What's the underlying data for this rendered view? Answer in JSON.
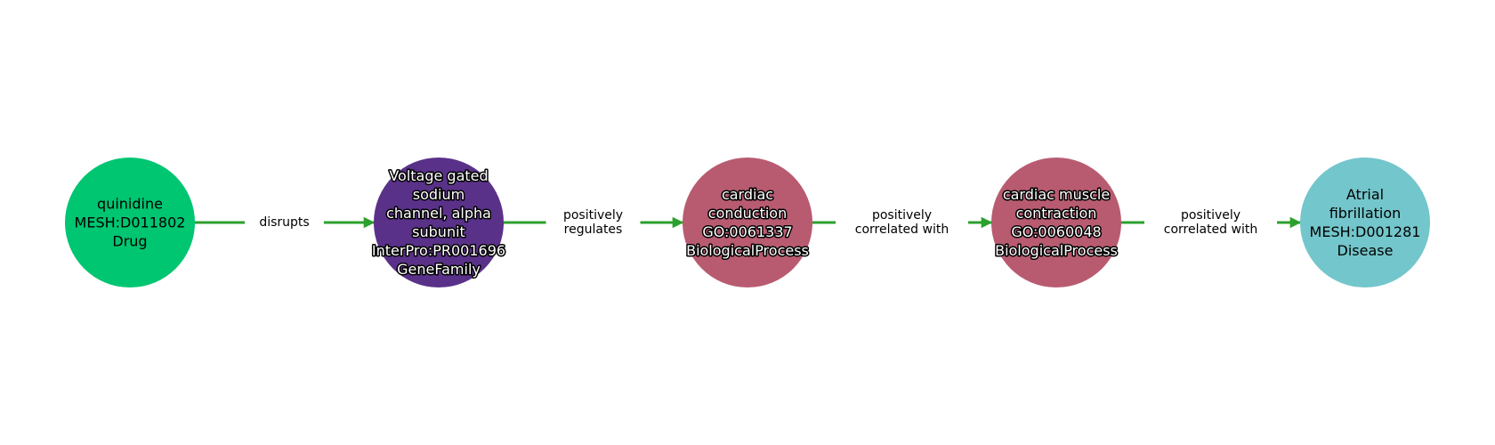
{
  "diagram": {
    "edge_color": "#2ca02c",
    "nodes": [
      {
        "id": "n0",
        "fill": "#00c571",
        "text_color": "#000000",
        "outlined": false,
        "lines": [
          "quinidine",
          "MESH:D011802",
          "Drug"
        ]
      },
      {
        "id": "n1",
        "fill": "#5a3189",
        "text_color": "#ffffff",
        "outlined": true,
        "lines": [
          "Voltage gated",
          "sodium",
          "channel, alpha",
          "subunit",
          "InterPro:PR001696",
          "GeneFamily"
        ]
      },
      {
        "id": "n2",
        "fill": "#b85b71",
        "text_color": "#ffffff",
        "outlined": true,
        "lines": [
          "cardiac",
          "conduction",
          "GO:0061337",
          "BiologicalProcess"
        ]
      },
      {
        "id": "n3",
        "fill": "#b85b71",
        "text_color": "#ffffff",
        "outlined": true,
        "lines": [
          "cardiac muscle",
          "contraction",
          "GO:0060048",
          "BiologicalProcess"
        ]
      },
      {
        "id": "n4",
        "fill": "#73c6cb",
        "text_color": "#000000",
        "outlined": false,
        "lines": [
          "Atrial",
          "fibrillation",
          "MESH:D001281",
          "Disease"
        ]
      }
    ],
    "edges": [
      {
        "from": 0,
        "to": 1,
        "lines": [
          "disrupts"
        ]
      },
      {
        "from": 1,
        "to": 2,
        "lines": [
          "positively",
          "regulates"
        ]
      },
      {
        "from": 2,
        "to": 3,
        "lines": [
          "positively",
          "correlated with"
        ]
      },
      {
        "from": 3,
        "to": 4,
        "lines": [
          "positively",
          "correlated with"
        ]
      }
    ]
  }
}
